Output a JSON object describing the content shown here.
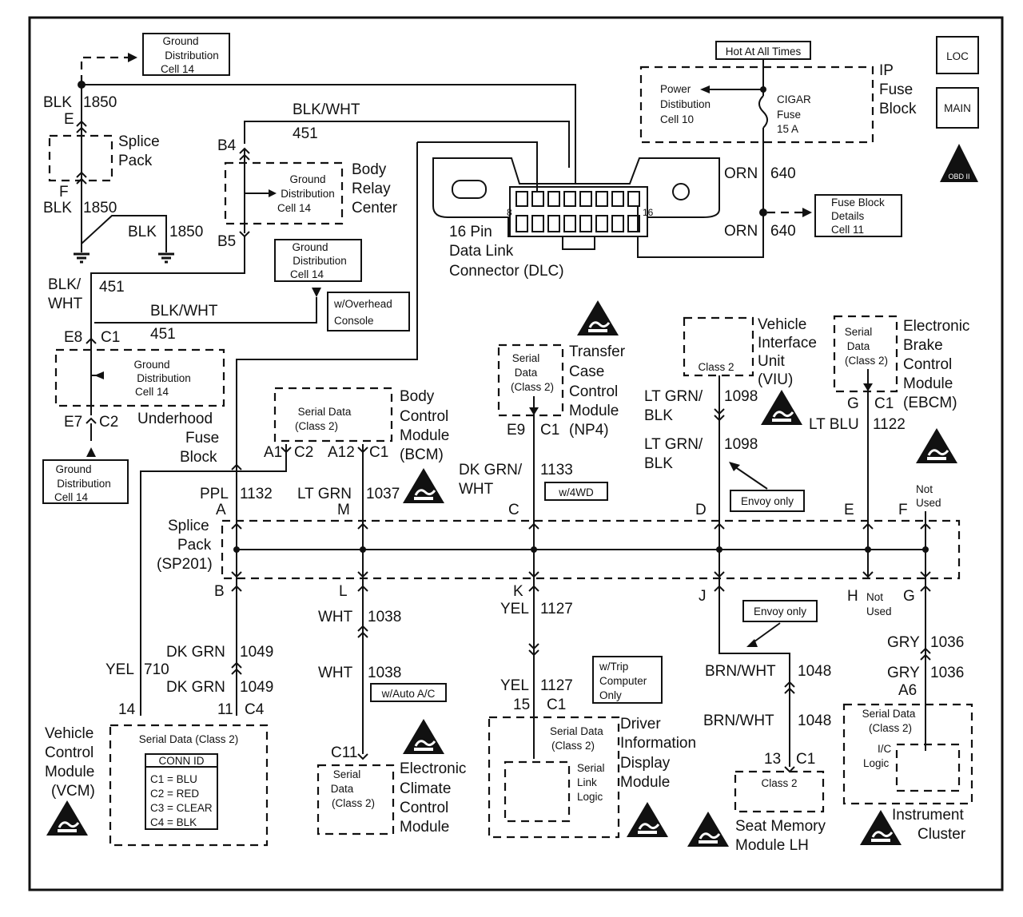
{
  "page": {
    "loc_icon": "LOC",
    "main_icon": "MAIN",
    "obd_icon": "OBD II"
  },
  "ground_top": {
    "line1": "Ground",
    "line2": "Distribution",
    "line3": "Cell 14"
  },
  "ground_right_brc": {
    "line1": "Ground",
    "line2": "Distribution",
    "line3": "Cell 14"
  },
  "ground_overhead": {
    "line1": "Ground",
    "line2": "Distribution",
    "line3": "Cell 14",
    "note1": "w/Overhead",
    "note2": "Console"
  },
  "ground_underhood": {
    "line1": "Ground",
    "line2": "Distribution",
    "line3": "Cell 14"
  },
  "ground_bottom": {
    "line1": "Ground",
    "line2": "Distribution",
    "line3": "Cell 14"
  },
  "hot_label": "Hot At All Times",
  "ip_fuse_block": {
    "l1": "IP",
    "l2": "Fuse",
    "l3": "Block",
    "power1": "Power",
    "power2": "Distibution",
    "power3": "Cell 10",
    "fuse1": "CIGAR",
    "fuse2": "Fuse",
    "fuse3": "15 A"
  },
  "fuse_details": {
    "l1": "Fuse Block",
    "l2": "Details",
    "l3": "Cell 11"
  },
  "wires": {
    "blk": "BLK",
    "n1850": "1850",
    "blk_wht": "BLK/WHT",
    "n451": "451",
    "blk_wht_a": "BLK/",
    "blk_wht_b": "WHT",
    "orn": "ORN",
    "n640": "640",
    "ppl": "PPL",
    "n1132": "1132",
    "ltgrn": "LT GRN",
    "n1037": "1037",
    "dkgrn_wht_a": "DK GRN/",
    "dkgrn_wht_b": "WHT",
    "n1133": "1133",
    "ltgrn_blk_a": "LT GRN/",
    "ltgrn_blk_b": "BLK",
    "n1098": "1098",
    "ltblu": "LT BLU",
    "n1122": "1122",
    "dkgrn": "DK GRN",
    "n1049": "1049",
    "yel": "YEL",
    "n710": "710",
    "wht": "WHT",
    "n1038": "1038",
    "n1127": "1127",
    "brn_wht": "BRN/WHT",
    "n1048": "1048",
    "gry": "GRY",
    "n1036": "1036"
  },
  "splice_top": {
    "l1": "Splice",
    "l2": "Pack",
    "e": "E",
    "f": "F"
  },
  "brc": {
    "l1": "Body",
    "l2": "Relay",
    "l3": "Center",
    "b4": "B4",
    "b5": "B5"
  },
  "dlc": {
    "l1": "16 Pin",
    "l2": "Data Link",
    "l3": "Connector (DLC)",
    "p8": "8",
    "p16": "16"
  },
  "underhood": {
    "l1": "Underhood",
    "l2": "Fuse",
    "l3": "Block",
    "e8": "E8",
    "c1": "C1",
    "e7": "E7",
    "c2": "C2"
  },
  "bcm": {
    "l1": "Body",
    "l2": "Control",
    "l3": "Module",
    "l4": "(BCM)",
    "sd1": "Serial Data",
    "sd2": "(Class 2)",
    "a1": "A1",
    "c2": "C2",
    "a12": "A12",
    "c1": "C1"
  },
  "tccm": {
    "l1": "Transfer",
    "l2": "Case",
    "l3": "Control",
    "l4": "Module",
    "l5": "(NP4)",
    "sd1": "Serial",
    "sd2": "Data",
    "sd3": "(Class 2)",
    "e9": "E9",
    "c1": "C1",
    "w4wd": "w/4WD"
  },
  "viu": {
    "l1": "Vehicle",
    "l2": "Interface",
    "l3": "Unit",
    "l4": "(VIU)",
    "sd": "Class 2",
    "envoy": "Envoy only"
  },
  "ebcm": {
    "l1": "Electronic",
    "l2": "Brake",
    "l3": "Control",
    "l4": "Module",
    "l5": "(EBCM)",
    "sd1": "Serial",
    "sd2": "Data",
    "sd3": "(Class 2)",
    "g": "G",
    "c1": "C1"
  },
  "sp201": {
    "l1": "Splice",
    "l2": "Pack",
    "l3": "(SP201)",
    "top": [
      "A",
      "M",
      "C",
      "D",
      "E",
      "F"
    ],
    "bottom": [
      "B",
      "L",
      "K",
      "J",
      "H",
      "G"
    ],
    "not_used_top1": "Not",
    "not_used_top2": "Used",
    "not_used_bot1": "Not",
    "not_used_bot2": "Used"
  },
  "vcm": {
    "l1": "Vehicle",
    "l2": "Control",
    "l3": "Module",
    "l4": "(VCM)",
    "sd": "Serial  Data   (Class 2)",
    "pin14": "14",
    "pin11": "11",
    "c4": "C4",
    "conn_title": "CONN ID",
    "conn": [
      "C1 = BLU",
      "C2 = RED",
      "C3 = CLEAR",
      "C4 = BLK"
    ]
  },
  "eccm": {
    "l1": "Electronic",
    "l2": "Climate",
    "l3": "Control",
    "l4": "Module",
    "sd1": "Serial",
    "sd2": "Data",
    "sd3": "(Class 2)",
    "c11": "C11",
    "auto_ac": "w/Auto A/C"
  },
  "dim": {
    "l1": "Driver",
    "l2": "Information",
    "l3": "Display",
    "l4": "Module",
    "sd1": "Serial Data",
    "sd2": "(Class 2)",
    "logic1": "Serial",
    "logic2": "Link",
    "logic3": "Logic",
    "p15": "15",
    "c1": "C1",
    "trip1": "w/Trip",
    "trip2": "Computer",
    "trip3": "Only"
  },
  "smm": {
    "l1": "Seat Memory",
    "l2": "Module LH",
    "sd": "Class 2",
    "p13": "13",
    "c1": "C1",
    "envoy": "Envoy only"
  },
  "ic": {
    "l1": "Instrument",
    "l2": "Cluster",
    "sd1": "Serial Data",
    "sd2": "(Class 2)",
    "logic1": "I/C",
    "logic2": "Logic",
    "a6": "A6"
  }
}
